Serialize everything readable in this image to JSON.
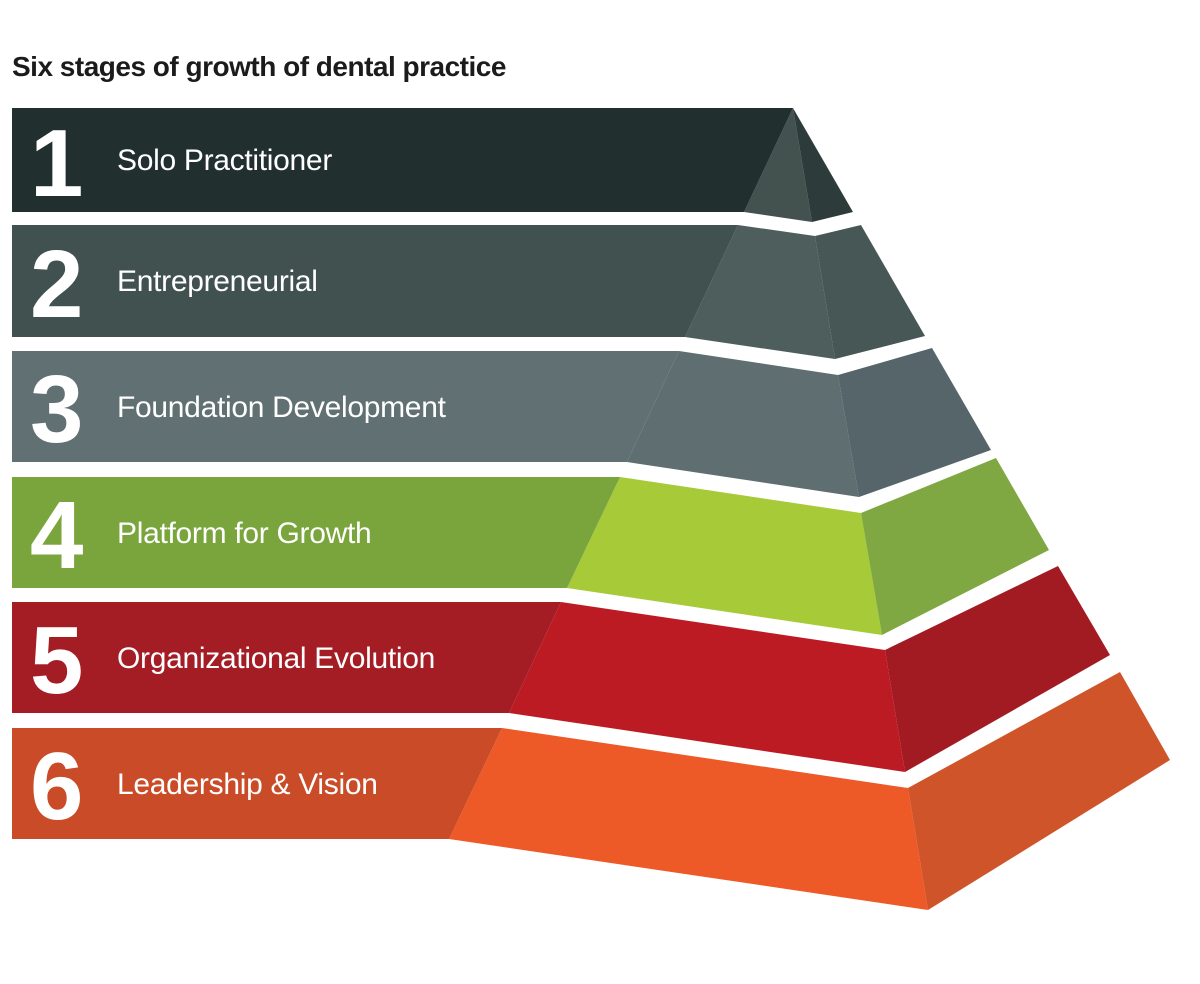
{
  "title": "Six stages of growth of dental practice",
  "styles": {
    "background": "#ffffff",
    "title_color": "#1b1b1b",
    "stage_text_color": "#ffffff"
  },
  "stages": [
    {
      "number": "1",
      "label": "Solo Practitioner",
      "colors": {
        "bar": "#212f2e",
        "front": "#43514f",
        "side": "#2d3c3b"
      }
    },
    {
      "number": "2",
      "label": "Entrepreneurial",
      "colors": {
        "bar": "#415150",
        "front": "#4d5e5d",
        "side": "#465756"
      }
    },
    {
      "number": "3",
      "label": "Foundation Development",
      "colors": {
        "bar": "#617072",
        "front": "#5e6e71",
        "side": "#566569"
      }
    },
    {
      "number": "4",
      "label": "Platform for Growth",
      "colors": {
        "bar": "#7aa43c",
        "front": "#a6ca38",
        "side": "#7fa742"
      }
    },
    {
      "number": "5",
      "label": "Organizational Evolution",
      "colors": {
        "bar": "#a41d25",
        "front": "#bd1b24",
        "side": "#a21a22"
      }
    },
    {
      "number": "6",
      "label": "Leadership & Vision",
      "colors": {
        "bar": "#c94b27",
        "front": "#ed5a28",
        "side": "#d05429"
      }
    }
  ]
}
